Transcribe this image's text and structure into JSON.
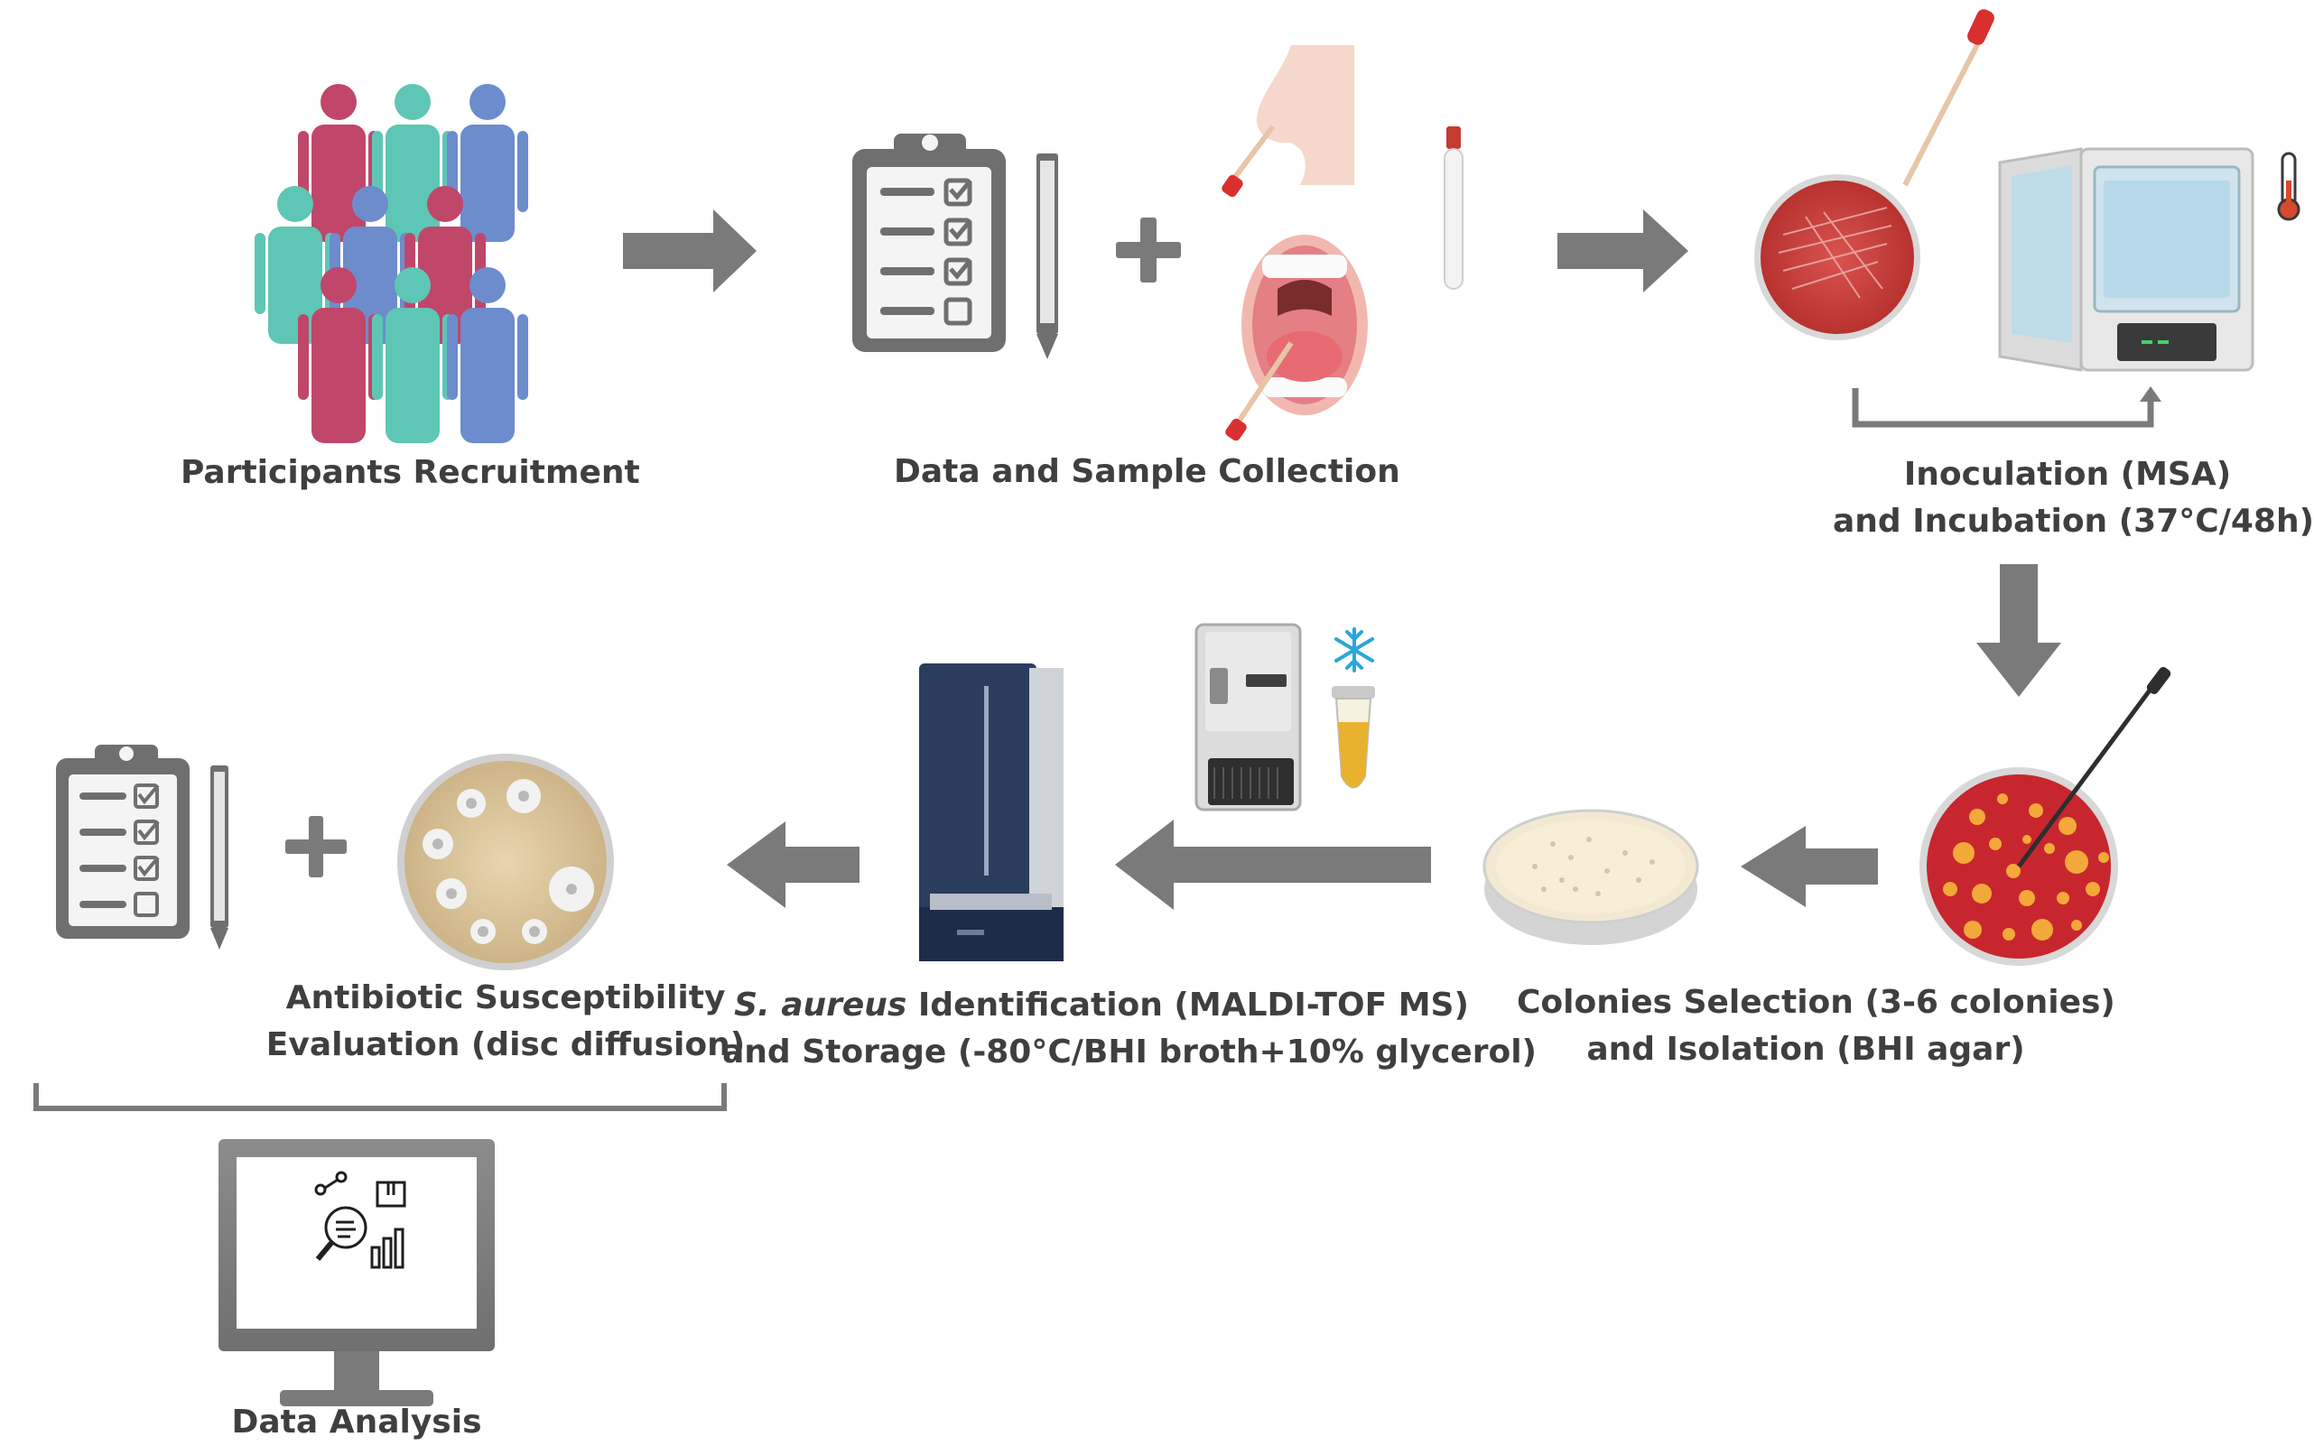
{
  "steps": {
    "recruitment": {
      "label": "Participants Recruitment"
    },
    "collection": {
      "label": "Data and Sample Collection"
    },
    "inoculation": {
      "line1": "Inoculation (MSA)",
      "line2": "and Incubation (37°C/48h)"
    },
    "selection": {
      "line1": "Colonies Selection (3-6 colonies)",
      "line2": "and Isolation (BHI agar)"
    },
    "identification": {
      "line1_italic": "S. aureus",
      "line1_rest": " Identification (MALDI-TOF MS)",
      "line2": "and Storage (-80°C/BHI broth+10% glycerol)"
    },
    "susceptibility": {
      "line1": "Antibiotic Susceptibility",
      "line2": "Evaluation (disc diffusion)"
    },
    "analysis": {
      "label": "Data Analysis"
    }
  },
  "icons": {
    "people_colors": [
      "#c0466a",
      "#5ec6b5",
      "#6d8ccc"
    ],
    "arrow_color": "#7a7a7a",
    "plus_color": "#7a7a7a"
  }
}
